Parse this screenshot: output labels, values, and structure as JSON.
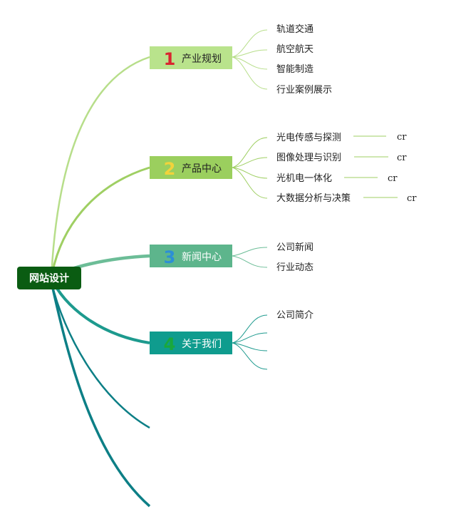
{
  "root": {
    "label": "网站设计",
    "color": "#0a5c12"
  },
  "branches": [
    {
      "number": "1",
      "label": "产业规划",
      "box_color": "#b9e38c",
      "number_color": "#d9262f",
      "line_color": "#b7de8a",
      "children": [
        "轨道交通",
        "航空航天",
        "智能制造",
        "行业案例展示"
      ]
    },
    {
      "number": "2",
      "label": "产品中心",
      "box_color": "#9bcf5e",
      "number_color": "#f2d33b",
      "line_color": "#9fcf63",
      "children": [
        "光电传感与探测",
        "图像处理与识别",
        "光机电一体化",
        "大数据分析与决策"
      ],
      "suffix": "cr"
    },
    {
      "number": "3",
      "label": "新闻中心",
      "box_color": "#5db58c",
      "number_color": "#2c8fd6",
      "line_color": "#6cbd97",
      "children": [
        "公司新闻",
        "行业动态"
      ]
    },
    {
      "number": "4",
      "label": "关于我们",
      "box_color": "#0f9c8e",
      "number_color": "#1aa83c",
      "line_color": "#1d9a8e",
      "children": [
        "公司简介",
        "",
        "",
        ""
      ]
    }
  ],
  "extra_line_color": "#0d7f86"
}
